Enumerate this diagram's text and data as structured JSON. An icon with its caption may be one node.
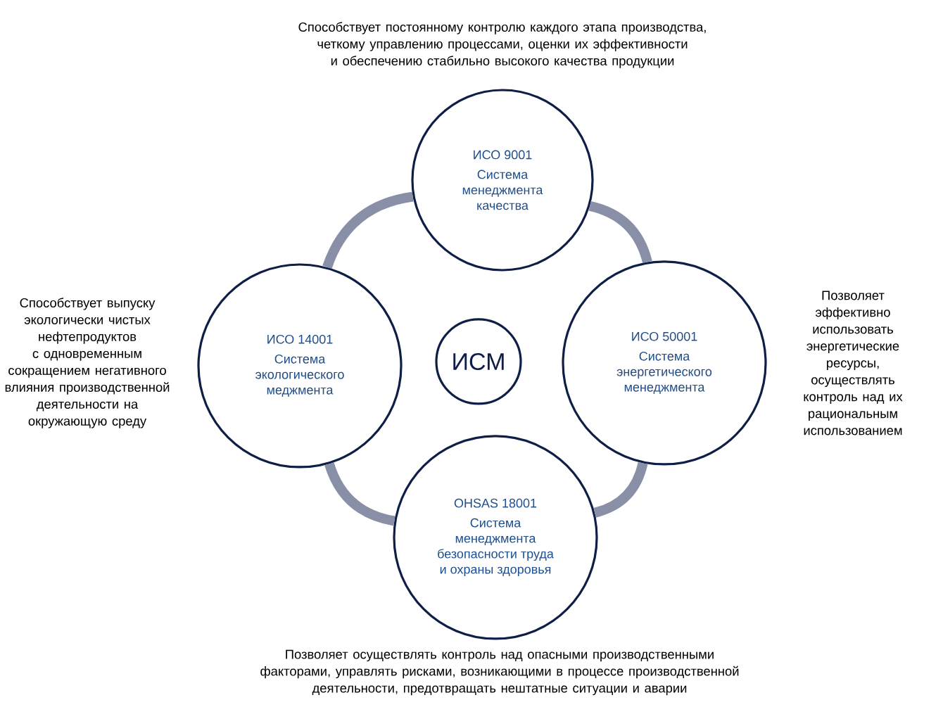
{
  "diagram": {
    "nodes": [
      {
        "text": [
          "ИСО 9001",
          "Система менеджмента качества"
        ],
        "beside": [
          "Способствует постоянному контролю каждого этапа производства, четкому управлению процессами, оценки их эффективности и обеспечению стабильно высокого качества продукции"
        ]
      },
      {
        "text": [
          "ИСО 14001",
          "Система экологического меджмента"
        ],
        "beside": [
          "Способствует выпуску экологически чистых нефтепродуктов с одновременным сокращением негативного влияния производственной деятельности на окружающую среду"
        ]
      },
      {
        "text": [
          "ИСМ"
        ]
      },
      {
        "text": [
          "ИСО 50001",
          "Система энергетического менеджмента"
        ],
        "beside": [
          "Позволяет эффективно использовать энергетические ресурсы, осуществлять контроль над их рациональным использованием"
        ]
      },
      {
        "text": [
          "OHSAS 18001",
          "Система менеджмента безопасности труда и охраны здоровья"
        ],
        "beside": [
          "Позволяет осуществлять контроль над опасными производственными факторами, управлять рисками, возникающими в процессе производственной деятельности, предотвращать нештатные ситуации и аварии"
        ]
      }
    ],
    "edges": [
      {
        "from": 0,
        "to": 3,
        "arrow": "none"
      },
      {
        "from": 3,
        "to": 4,
        "arrow": "none"
      },
      {
        "from": 4,
        "to": 1,
        "arrow": "none"
      },
      {
        "from": 1,
        "to": 0,
        "arrow": "none"
      }
    ]
  }
}
